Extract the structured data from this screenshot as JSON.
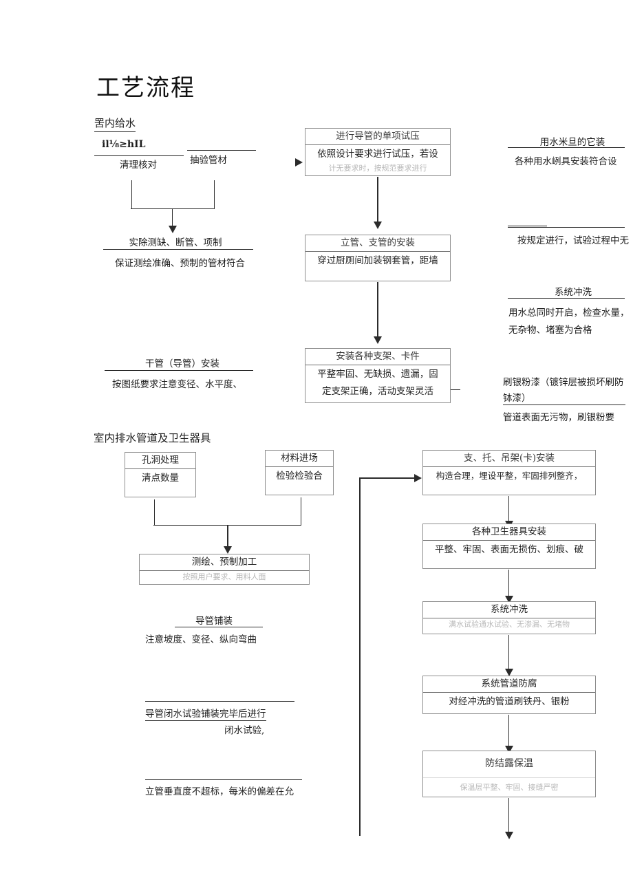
{
  "document": {
    "title": "工艺流程"
  },
  "sections": {
    "indoor_water_supply": {
      "label": "室内给水",
      "label_rendered": "罟内给水"
    },
    "indoor_drainage": {
      "label": "室内排水管道及卫生器具"
    }
  },
  "upper_left": {
    "node1": {
      "heading": "il⅛≥hIL",
      "body": "清理核对"
    },
    "node2": {
      "heading": "",
      "body": "抽验管材"
    },
    "node3": {
      "heading": "实除测缺、断管、项制",
      "body": "保证测绘准确、预制的管材符合"
    },
    "node4": {
      "heading": "干管（导管）安装",
      "body": "按图纸要求注意变径、水平度、"
    }
  },
  "upper_center_boxes": [
    {
      "caption": "进行导管的单项试压",
      "line1": "依照设计要求进行试压，若设",
      "line2": "计无要求时，按规范要求进行"
    },
    {
      "caption": "立管、支管的安装",
      "line1": "穿过厨厕间加装钢套管，距墙",
      "line2": ""
    },
    {
      "caption": "安装各种支架、卡件",
      "line1": "平整牢固、无缺损、遗漏，固",
      "line2": "定支架正确，活动支架灵活"
    }
  ],
  "upper_right": {
    "node1": {
      "heading": "用水米旦的它装",
      "body": "各种用水峢具安装符合设"
    },
    "node2": {
      "heading": "",
      "body": "按规定进行，试验过程中无"
    },
    "node3": {
      "heading": "系统冲洗",
      "body_line1": "用水总同时开启，检查水量，",
      "body_line2": "无杂物、堵塞为合格"
    },
    "node4": {
      "heading_line1": "刷银粉漆（镀锌层被损坏刷防",
      "heading_line2": "钵漆）",
      "body": "管道表面无污物，刷银粉要"
    }
  },
  "lower_left_boxes": [
    {
      "caption": "孔洞处理",
      "body": "清点数量"
    },
    {
      "caption": "材料进场",
      "body": "检验检验合"
    },
    {
      "caption": "测绘、预制加工",
      "body": "按照用户要求、用料人面"
    }
  ],
  "lower_left_notes": {
    "node1": {
      "heading": "导管铺装",
      "body": "注意坡度、变径、纵向弯曲"
    },
    "node2": {
      "heading": "导管闭水试验铺装完毕后进行",
      "body": "闭水试验,"
    },
    "node3": {
      "heading": "",
      "body": "立管垂直度不超标，每米的偏差在允"
    }
  },
  "lower_right_boxes": [
    {
      "caption": "支、托、吊架(卡)安装",
      "body": "构造合理，埋设平整，牢固排列整齐，"
    },
    {
      "caption": "各种卫生器具安装",
      "body": "平整、牢固、表面无损伤、划痕、破"
    },
    {
      "caption": "系统冲洗",
      "body": "满水试验通水试验、无渗漏、无堵物"
    },
    {
      "caption": "系统管道防腐",
      "body": "对经冲洗的管道刷铁丹、银粉"
    },
    {
      "caption": "防结露保温",
      "body": "保温层平整、牢固、接缝严密"
    }
  ],
  "colors": {
    "ink": "#1d1d1d",
    "box_border": "#8d8d8d",
    "connector": "#2b2b2b",
    "faded": "#b8b8b8",
    "page_bg": "#ffffff"
  }
}
